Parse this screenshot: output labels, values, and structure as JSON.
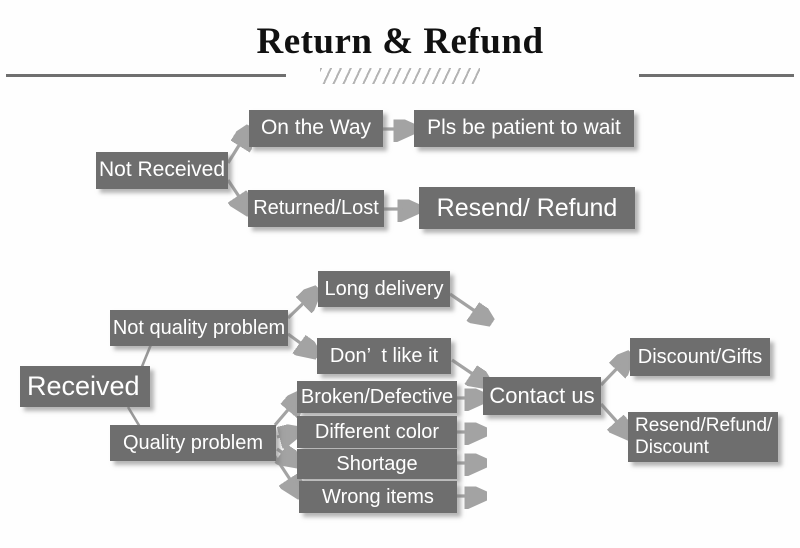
{
  "header": {
    "title": "Return & Refund",
    "divider_style": "hatched"
  },
  "flow": {
    "not_received": {
      "label": "Not Received",
      "branches": [
        {
          "label": "On the Way",
          "outcome": "Pls be patient to wait"
        },
        {
          "label": "Returned/Lost",
          "outcome": "Resend/ Refund"
        }
      ]
    },
    "received": {
      "label": "Received",
      "categories": [
        {
          "label": "Not quality problem",
          "issues": [
            "Long delivery",
            "Don’  t like it"
          ]
        },
        {
          "label": "Quality problem",
          "issues": [
            "Broken/Defective",
            "Different color",
            "Shortage",
            "Wrong items"
          ]
        }
      ],
      "action": "Contact us",
      "outcomes": [
        "Discount/Gifts",
        "Resend/Refund/\nDiscount"
      ]
    }
  },
  "colors": {
    "box_fill": "#6e6e6e",
    "box_text": "#ffffff",
    "arrow": "#a3a3a3",
    "rule": "#6f6f6f",
    "background": "#fefefe"
  }
}
